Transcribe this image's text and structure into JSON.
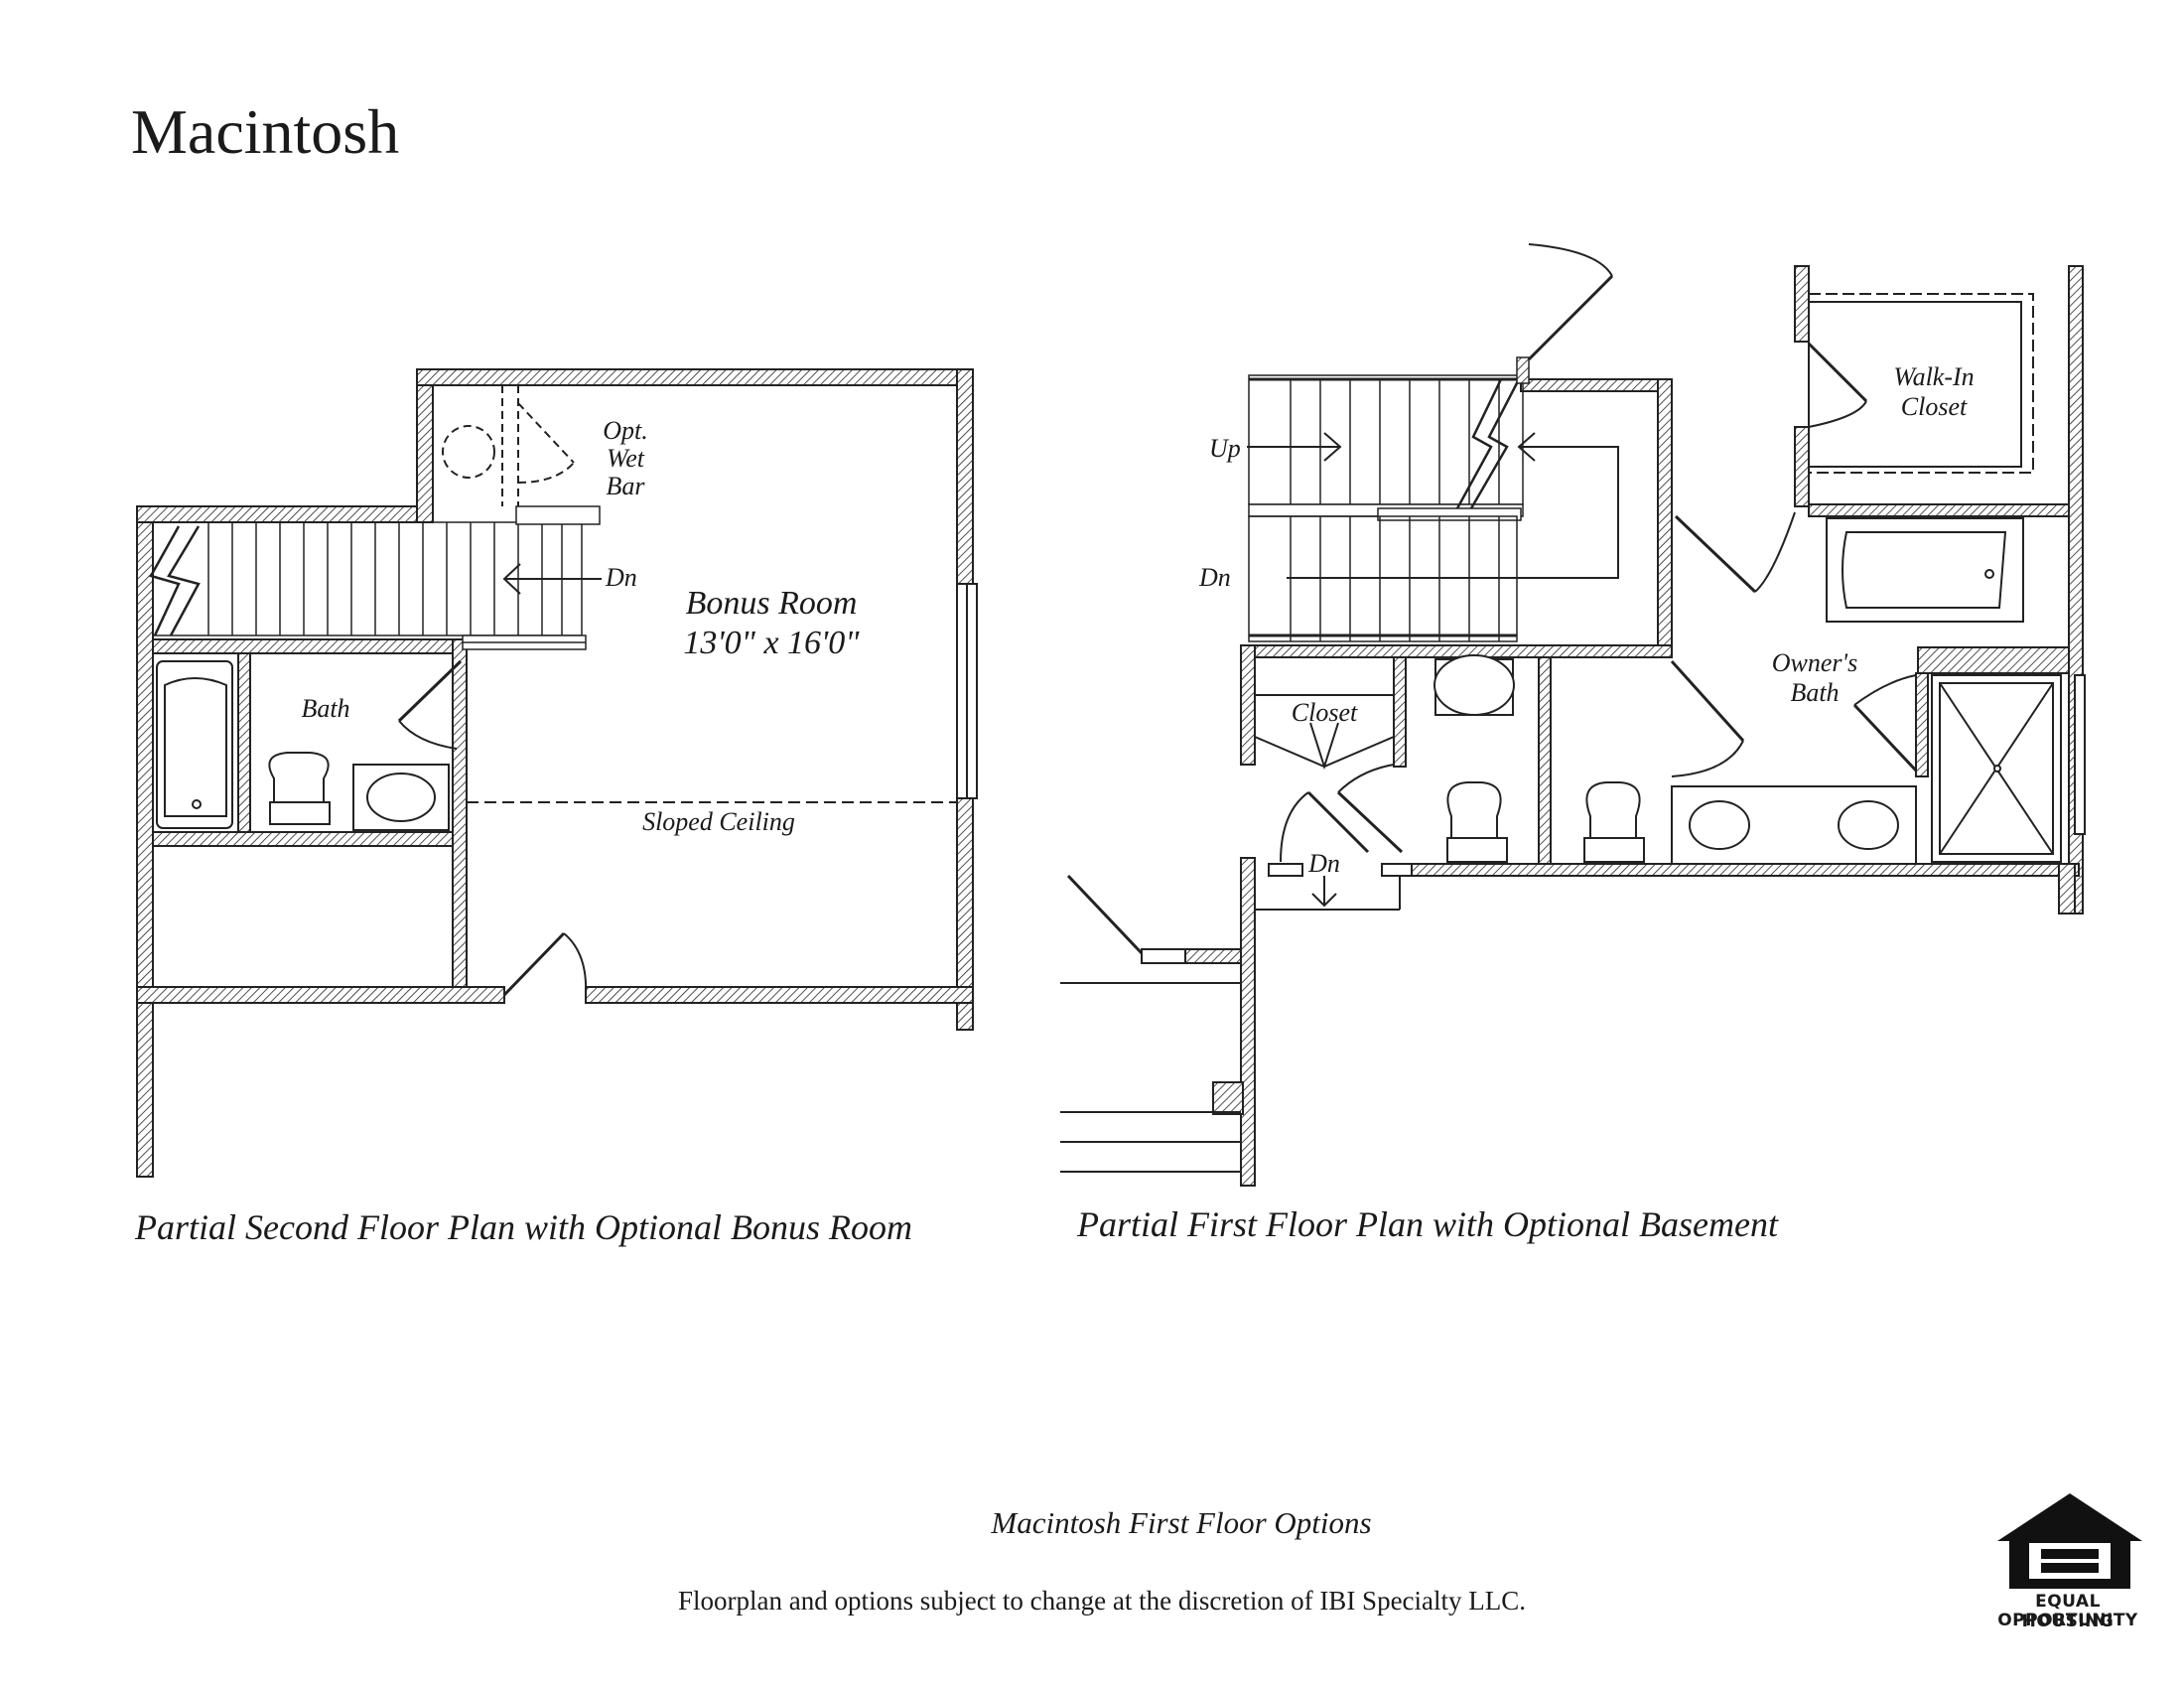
{
  "title": "Macintosh",
  "second_floor": {
    "caption": "Partial Second Floor Plan with Optional Bonus Room",
    "labels": {
      "wet_bar_1": "Opt.",
      "wet_bar_2": "Wet",
      "wet_bar_3": "Bar",
      "dn": "Dn",
      "bonus_room": "Bonus Room",
      "bonus_dims": "13'0\" x 16'0\"",
      "bath": "Bath",
      "sloped_ceiling": "Sloped Ceiling"
    }
  },
  "first_floor": {
    "caption": "Partial First Floor Plan with Optional Basement",
    "labels": {
      "up": "Up",
      "dn_upper": "Dn",
      "walk_in_1": "Walk-In",
      "walk_in_2": "Closet",
      "closet": "Closet",
      "owners_1": "Owner's",
      "owners_2": "Bath",
      "dn_lower": "Dn"
    }
  },
  "footer": {
    "title": "Macintosh First Floor Options",
    "note": "Floorplan and options subject to change at the discretion of IBI Specialty LLC."
  },
  "logo": {
    "line1": "EQUAL HOUSING",
    "line2": "OPPORTUNITY"
  }
}
